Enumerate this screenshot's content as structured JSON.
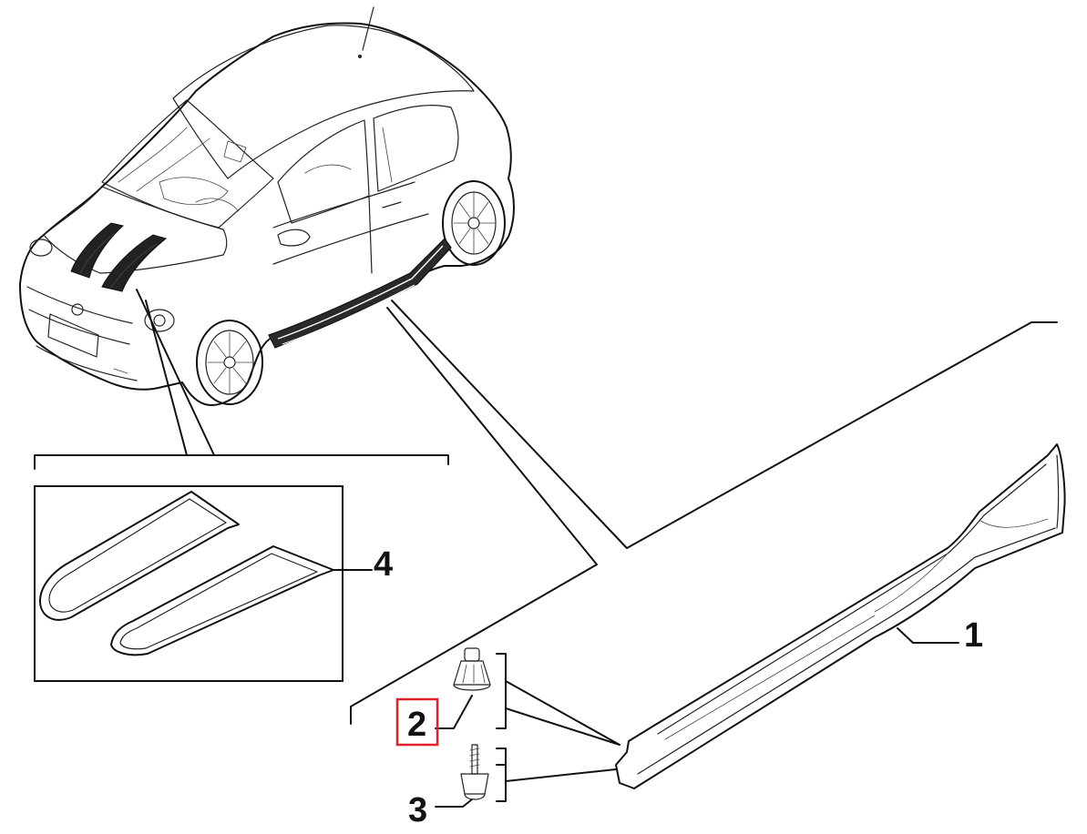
{
  "diagram": {
    "callouts": [
      {
        "id": "1",
        "label": "1",
        "highlighted": false
      },
      {
        "id": "2",
        "label": "2",
        "highlighted": true
      },
      {
        "id": "3",
        "label": "3",
        "highlighted": false
      },
      {
        "id": "4",
        "label": "4",
        "highlighted": false
      }
    ],
    "parts": [
      {
        "callout": "1",
        "depicts": "side-skirt"
      },
      {
        "callout": "2",
        "depicts": "push-clip"
      },
      {
        "callout": "3",
        "depicts": "screw"
      },
      {
        "callout": "4",
        "depicts": "hood-stripe-decals"
      }
    ],
    "colors": {
      "line": "#111111",
      "highlight_box": "#e0202a",
      "background": "#ffffff"
    }
  }
}
